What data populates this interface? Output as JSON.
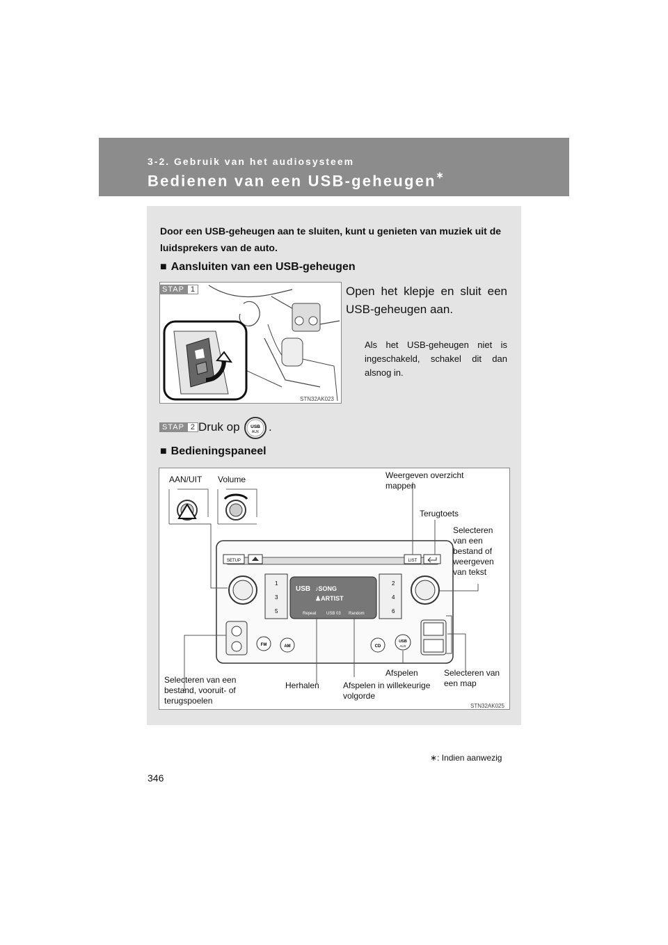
{
  "header": {
    "section": "3-2. Gebruik van het audiosysteem",
    "title": "Bedienen van een USB-geheugen",
    "title_mark": "∗"
  },
  "intro": "Door een USB-geheugen aan te sluiten, kunt u genieten van muziek uit de luidsprekers van de auto.",
  "section1": {
    "marker": "■",
    "heading": "Aansluiten van een USB-geheugen"
  },
  "step1": {
    "badge_word": "STAP",
    "badge_num": "1",
    "text": "Open het klepje en sluit een USB-geheugen aan.",
    "note": "Als het USB-geheugen niet is ingeschakeld, schakel dit dan alsnog in.",
    "figure_code": "STN32AK023"
  },
  "step2": {
    "badge_word": "STAP",
    "badge_num": "2",
    "text": "Druk op",
    "after": ".",
    "button_line1": "USB",
    "button_line2": "AUX"
  },
  "section2": {
    "marker": "■",
    "heading": "Bedieningspaneel"
  },
  "panel_figure": {
    "figure_code": "STN32AK025",
    "labels": {
      "aan_uit": "AAN/UIT",
      "volume": "Volume",
      "weergeven_overzicht": "Weergeven overzicht mappen",
      "terugtoets": "Terugtoets",
      "selecteren_tekst": "Selecteren van een bestand of weergeven van tekst",
      "selecteren_bestand": "Selecteren van een bestand, vooruit- of terugspoelen",
      "herhalen": "Herhalen",
      "afspelen_willekeurig": "Afspelen in willekeurige volgorde",
      "afspelen": "Afspelen",
      "selecteren_map": "Selecteren van een map"
    },
    "buttons": {
      "setup": "SETUP",
      "list": "LIST",
      "fm": "FM",
      "am": "AM",
      "cd": "CD",
      "usb": "USB",
      "aux": "AUX",
      "presets": [
        "1",
        "2",
        "3",
        "4",
        "5",
        "6"
      ]
    },
    "display": {
      "source": "USB",
      "song": "♪SONG",
      "artist": "♟ARTIST",
      "repeat": "Repeat",
      "track": "USB 03",
      "random": "Random"
    }
  },
  "footnote": {
    "mark": "∗",
    "text": ": Indien aanwezig"
  },
  "page_number": "346"
}
